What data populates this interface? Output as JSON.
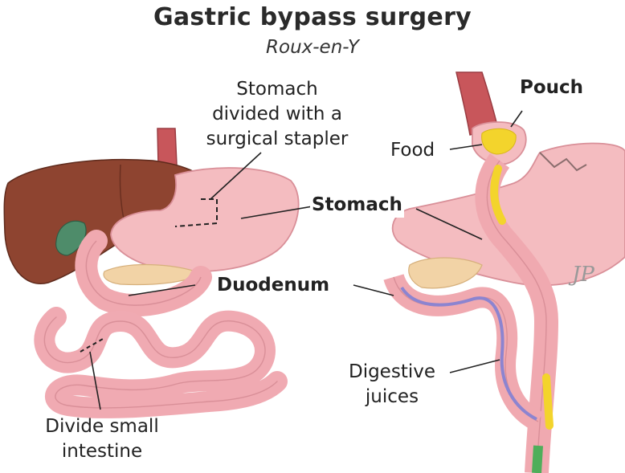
{
  "title": "Gastric bypass surgery",
  "subtitle": "Roux-en-Y",
  "labels": {
    "stapler_1": "Stomach",
    "stapler_2": "divided with a",
    "stapler_3": "surgical stapler",
    "stomach": "Stomach",
    "duodenum": "Duodenum",
    "intestine_1": "Divide small",
    "intestine_2": "intestine",
    "pouch": "Pouch",
    "food": "Food",
    "juices_1": "Digestive",
    "juices_2": "juices"
  },
  "colors": {
    "tissue": "#f4bcc0",
    "tissue_dark": "#d98f98",
    "liver": "#8e4430",
    "gallbladder": "#4e8c6a",
    "pancreas": "#f2d3a6",
    "food": "#f3d42c",
    "juices": "#8c84d0",
    "esophagus": "#c8565b"
  }
}
